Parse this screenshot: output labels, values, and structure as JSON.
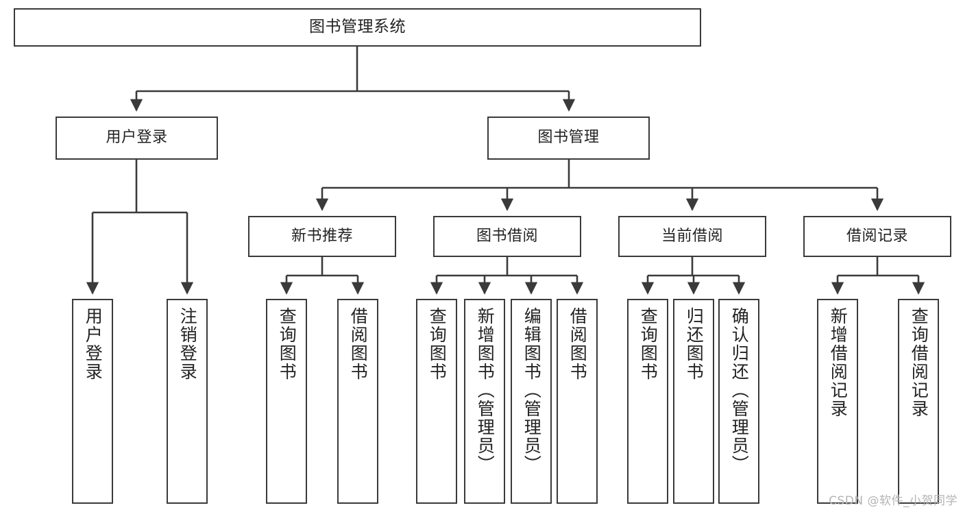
{
  "diagram": {
    "title": "图书管理系统",
    "type": "tree-hierarchy",
    "watermark": "CSDN @软件_小贺同学",
    "colors": {
      "node_border": "#3a3a3a",
      "node_fill": "#ffffff",
      "connector": "#3a3a3a",
      "text": "#222222",
      "watermark": "#b4b4b4",
      "background": "#ffffff"
    },
    "nodes": {
      "root": {
        "label": "图书管理系统"
      },
      "level2": [
        {
          "id": "user-login",
          "label": "用户登录"
        },
        {
          "id": "book-manage",
          "label": "图书管理"
        }
      ],
      "level3": [
        {
          "id": "new-book-recommend",
          "label": "新书推荐"
        },
        {
          "id": "book-borrow",
          "label": "图书借阅"
        },
        {
          "id": "current-borrow",
          "label": "当前借阅"
        },
        {
          "id": "borrow-record",
          "label": "借阅记录"
        }
      ],
      "leaves": {
        "user-login": [
          {
            "id": "leaf-user-login",
            "label": "用户登录"
          },
          {
            "id": "leaf-logout-login",
            "label": "注销登录"
          }
        ],
        "new-book-recommend": [
          {
            "id": "leaf-query-book-1",
            "label": "查询图书"
          },
          {
            "id": "leaf-borrow-book-1",
            "label": "借阅图书"
          }
        ],
        "book-borrow": [
          {
            "id": "leaf-query-book-2",
            "label": "查询图书"
          },
          {
            "id": "leaf-add-book",
            "label": "新增图书（管理员）"
          },
          {
            "id": "leaf-edit-book",
            "label": "编辑图书（管理员）"
          },
          {
            "id": "leaf-borrow-book-2",
            "label": "借阅图书"
          }
        ],
        "current-borrow": [
          {
            "id": "leaf-query-book-3",
            "label": "查询图书"
          },
          {
            "id": "leaf-return-book",
            "label": "归还图书"
          },
          {
            "id": "leaf-confirm-return",
            "label": "确认归还（管理员）"
          }
        ],
        "borrow-record": [
          {
            "id": "leaf-add-record",
            "label": "新增借阅记录"
          },
          {
            "id": "leaf-query-record",
            "label": "查询借阅记录"
          }
        ]
      }
    }
  }
}
